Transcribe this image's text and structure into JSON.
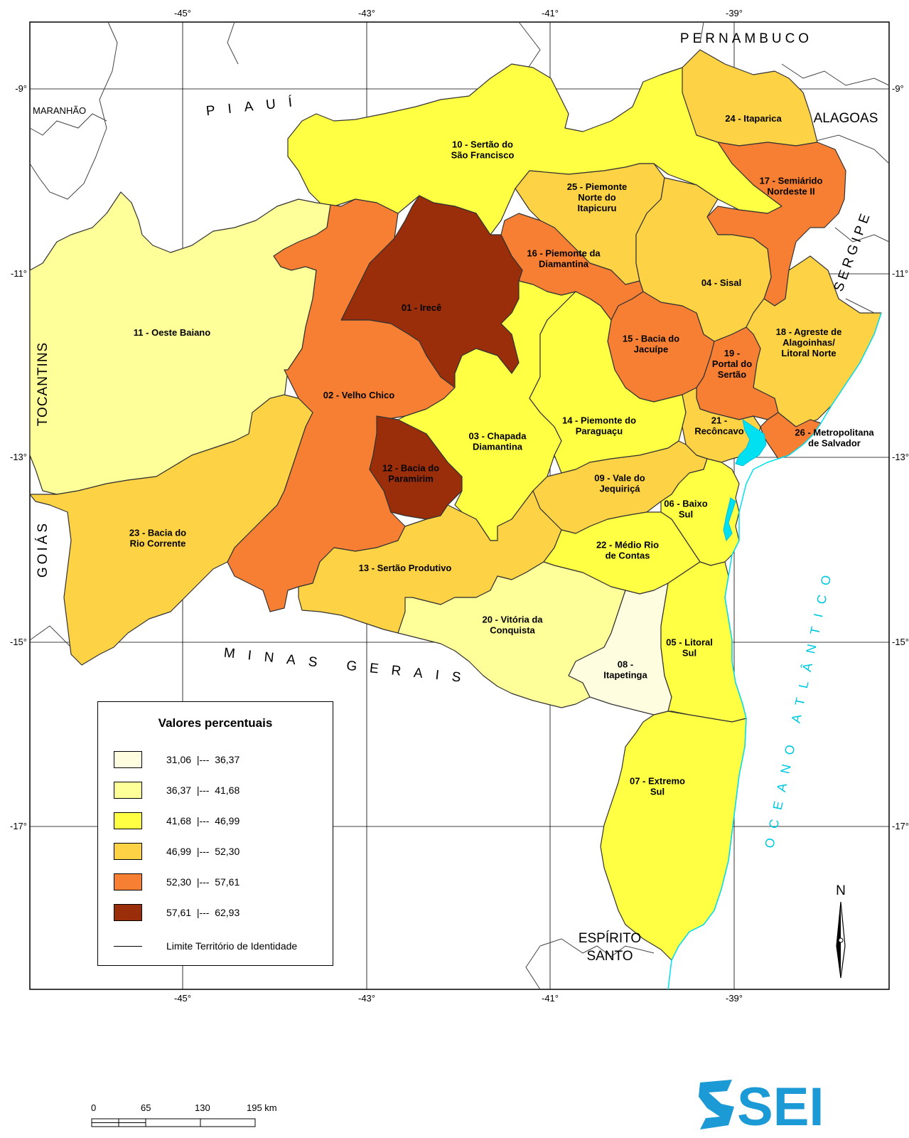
{
  "map": {
    "lon_ticks": [
      "-45°",
      "-43°",
      "-41°",
      "-39°"
    ],
    "lat_ticks": [
      "-9°",
      "-11°",
      "-13°",
      "-15°",
      "-17°"
    ],
    "neighbors": {
      "pernambuco": "PERNAMBUCO",
      "piaui": "PIAUÍ",
      "maranhao": "MARANHÃO",
      "alagoas": "ALAGOAS",
      "sergipe": "SERGIPE",
      "tocantins": "TOCANTINS",
      "goias": "GOIÁS",
      "minas": "MINAS GERAIS",
      "espirito_1": "ESPÍRITO",
      "espirito_2": "SANTO"
    },
    "ocean": "OCEANO ATLÂNTICO",
    "north": "N",
    "regions": [
      {
        "id": "01",
        "lines": [
          "01 - Irecê"
        ],
        "class": 6
      },
      {
        "id": "02",
        "lines": [
          "02 - Velho Chico"
        ],
        "class": 5
      },
      {
        "id": "03",
        "lines": [
          "03 - Chapada",
          "Diamantina"
        ],
        "class": 3
      },
      {
        "id": "04",
        "lines": [
          "04 - Sisal"
        ],
        "class": 4
      },
      {
        "id": "05",
        "lines": [
          "05 - Litoral",
          "Sul"
        ],
        "class": 3
      },
      {
        "id": "06",
        "lines": [
          "06 - Baixo",
          "Sul"
        ],
        "class": 3
      },
      {
        "id": "07",
        "lines": [
          "07 - Extremo",
          "Sul"
        ],
        "class": 3
      },
      {
        "id": "08",
        "lines": [
          "08 -",
          "Itapetinga"
        ],
        "class": 1
      },
      {
        "id": "09",
        "lines": [
          "09 - Vale do",
          "Jequiriçá"
        ],
        "class": 4
      },
      {
        "id": "10",
        "lines": [
          "10 - Sertão do",
          "São Francisco"
        ],
        "class": 3
      },
      {
        "id": "11",
        "lines": [
          "11 - Oeste Baiano"
        ],
        "class": 2
      },
      {
        "id": "12",
        "lines": [
          "12 - Bacia do",
          "Paramirim"
        ],
        "class": 6
      },
      {
        "id": "13",
        "lines": [
          "13 - Sertão Produtivo"
        ],
        "class": 4
      },
      {
        "id": "14",
        "lines": [
          "14 - Piemonte do",
          "Paraguaçu"
        ],
        "class": 3
      },
      {
        "id": "15",
        "lines": [
          "15 - Bacia do",
          "Jacuípe"
        ],
        "class": 5
      },
      {
        "id": "16",
        "lines": [
          "16 - Piemonte da",
          "Diamantina"
        ],
        "class": 5
      },
      {
        "id": "17",
        "lines": [
          "17 - Semiárido",
          "Nordeste II"
        ],
        "class": 5
      },
      {
        "id": "18",
        "lines": [
          "18 - Agreste de",
          "Alagoinhas/",
          "Litoral Norte"
        ],
        "class": 4
      },
      {
        "id": "19",
        "lines": [
          "19 -",
          "Portal do",
          "Sertão"
        ],
        "class": 5
      },
      {
        "id": "20",
        "lines": [
          "20 - Vitória da",
          "Conquista"
        ],
        "class": 2
      },
      {
        "id": "21",
        "lines": [
          "21 -",
          "Recôncavo"
        ],
        "class": 4
      },
      {
        "id": "22",
        "lines": [
          "22 - Médio Rio",
          "de Contas"
        ],
        "class": 3
      },
      {
        "id": "23",
        "lines": [
          "23 - Bacia do",
          "Rio Corrente"
        ],
        "class": 4
      },
      {
        "id": "24",
        "lines": [
          "24 - Itaparica"
        ],
        "class": 4
      },
      {
        "id": "25",
        "lines": [
          "25 - Piemonte",
          "Norte do",
          "Itapicuru"
        ],
        "class": 4
      },
      {
        "id": "26",
        "lines": [
          "26 - Metropolitana",
          "de Salvador"
        ],
        "class": 5
      }
    ]
  },
  "legend": {
    "title": "Valores percentuais",
    "classes": [
      {
        "class": 1,
        "range": "31,06  |---  36,37",
        "color": "#fefde0"
      },
      {
        "class": 2,
        "range": "36,37  |---  41,68",
        "color": "#ffff99"
      },
      {
        "class": 3,
        "range": "41,68  |---  46,99",
        "color": "#ffff44"
      },
      {
        "class": 4,
        "range": "46,99  |---  52,30",
        "color": "#fdd244"
      },
      {
        "class": 5,
        "range": "52,30  |---  57,61",
        "color": "#f77f34"
      },
      {
        "class": 6,
        "range": "57,61  |---  62,93",
        "color": "#9a2e0a"
      }
    ],
    "boundary_label": "Limite Território de Identidade"
  },
  "scale": {
    "labels": [
      "0",
      "65",
      "130",
      "195 km"
    ]
  },
  "logo": {
    "text": "SEI",
    "color": "#1b9ad6"
  }
}
